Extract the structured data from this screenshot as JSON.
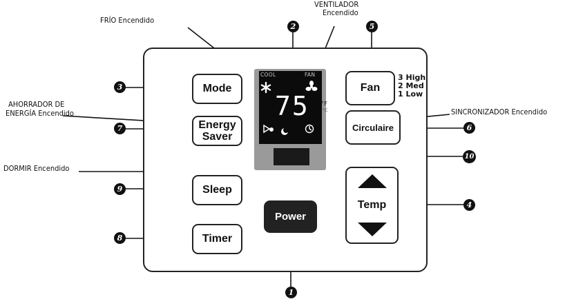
{
  "labels": {
    "cool_on": "FRÍO Encendido",
    "fan_on_line1": "VENTILADOR",
    "fan_on_line2": "Encendido",
    "energy_on_line1": "AHORRADOR DE",
    "energy_on_line2": "ENERGÍA Encendido",
    "sync_on": "SINCRONIZADOR Encendido",
    "sleep_on": "DORMIR Encendido"
  },
  "display": {
    "cool_text": "COOL",
    "fan_text": "FAN",
    "temperature": "75",
    "unit_f": "°F",
    "unit_c": "°C"
  },
  "buttons": {
    "mode": "Mode",
    "energy_line1": "Energy",
    "energy_line2": "Saver",
    "sleep": "Sleep",
    "timer": "Timer",
    "power": "Power",
    "fan": "Fan",
    "circulaire": "Circulaire",
    "temp": "Temp"
  },
  "fan_speeds": [
    "3 High",
    "2 Med",
    "1 Low"
  ],
  "callouts": {
    "n1": "1",
    "n2": "2",
    "n3": "3",
    "n4": "4",
    "n5": "5",
    "n6": "6",
    "n7": "7",
    "n8": "8",
    "n9": "9",
    "n10": "10"
  }
}
